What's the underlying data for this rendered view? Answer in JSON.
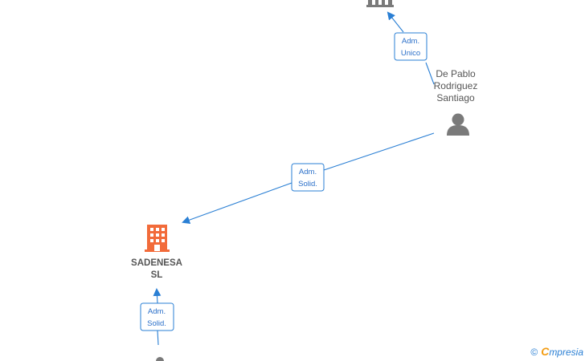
{
  "colors": {
    "edge": "#2a7fd4",
    "edge_label": "#2a6fc9",
    "company_highlight": "#f26b3a",
    "company_neutral": "#7a7a7a",
    "person": "#7a7a7a",
    "text": "#555555"
  },
  "nodes": {
    "top_company": {
      "icon": "building-icon",
      "label": ""
    },
    "person_main": {
      "icon": "person-icon",
      "label_lines": [
        "De Pablo",
        "Rodriguez",
        "Santiago"
      ]
    },
    "company_sadenesa": {
      "icon": "building-icon",
      "label_lines": [
        "SADENESA",
        "SL"
      ]
    },
    "person_bottom": {
      "icon": "person-icon",
      "label": ""
    }
  },
  "edges": [
    {
      "from": "person_main",
      "to": "top_company",
      "label_lines": [
        "Adm.",
        "Unico"
      ]
    },
    {
      "from": "person_main",
      "to": "company_sadenesa",
      "label_lines": [
        "Adm.",
        "Solid."
      ]
    },
    {
      "from": "person_bottom",
      "to": "company_sadenesa",
      "label_lines": [
        "Adm.",
        "Solid."
      ]
    }
  ],
  "watermark": {
    "copyright": "©",
    "brand_first": "C",
    "brand_rest": "mpresia"
  }
}
